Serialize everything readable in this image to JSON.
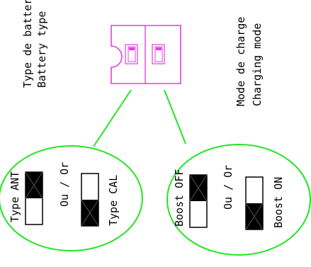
{
  "labels": {
    "battery_type_fr": "Type de batterie",
    "battery_type_en": "Battery type",
    "charge_mode_fr": "Mode de charge",
    "charge_mode_en": "Charging mode"
  },
  "left_bubble": {
    "option_a": "Type ANT",
    "or_label": "Ou / Or",
    "option_b": "Type CAL"
  },
  "right_bubble": {
    "option_a": "Boost OFF",
    "or_label": "Ou / Or",
    "option_b": "Boost ON"
  },
  "colors": {
    "bubble_outline": "#22e622",
    "connector_line": "#22e622",
    "switch_block_outline": "#e040e0",
    "switch_fill": "#000000",
    "text": "#000000"
  },
  "icons": {
    "switch_block": "dip-switch-icon",
    "switch_on": "switch-on-icon",
    "switch_off": "switch-off-icon"
  }
}
